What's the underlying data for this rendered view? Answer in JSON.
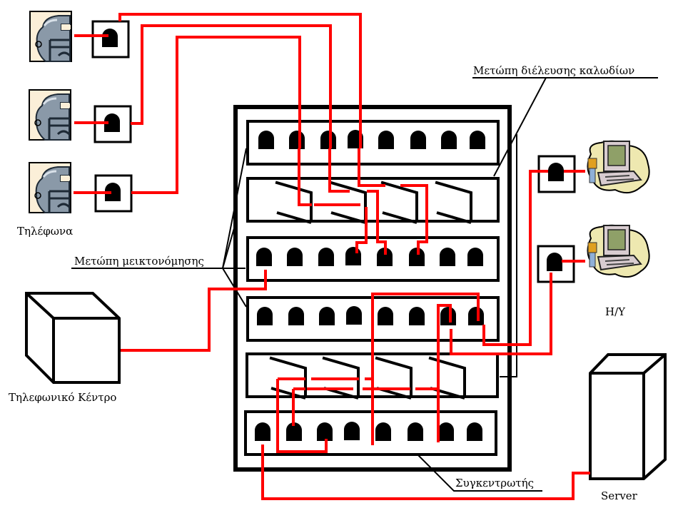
{
  "title": "Network cabling diagram: telephones, patch panels, hub and server",
  "colors": {
    "cable": "#ff0000",
    "outline": "#000000",
    "background": "#ffffff"
  },
  "labels": {
    "phones": "Τηλέφωνα",
    "pbx": "Τηλεφωνικό  Κέντρο",
    "patch_panel": "Μετώπη μεικτονόμησης",
    "cable_pass_panel": "Μετώπη διέλευσης καλωδίων",
    "hub": "Συγκεντρωτής",
    "computers": "Η/Υ",
    "server": "Server"
  },
  "devices": {
    "telephones": [
      {
        "name": "telephone-1"
      },
      {
        "name": "telephone-2"
      },
      {
        "name": "telephone-3"
      }
    ],
    "computers": [
      {
        "name": "computer-1"
      },
      {
        "name": "computer-2"
      }
    ],
    "pbx": {
      "name": "telephone-exchange"
    },
    "server": {
      "name": "server"
    }
  },
  "rack": {
    "rows": [
      {
        "type": "port-panel",
        "ports": 8
      },
      {
        "type": "cable-pass-panel",
        "hooks": 4
      },
      {
        "type": "port-panel",
        "ports": 8
      },
      {
        "type": "port-panel",
        "ports": 8
      },
      {
        "type": "cable-pass-panel",
        "hooks": 4
      },
      {
        "type": "hub-panel",
        "ports": 8
      }
    ]
  }
}
